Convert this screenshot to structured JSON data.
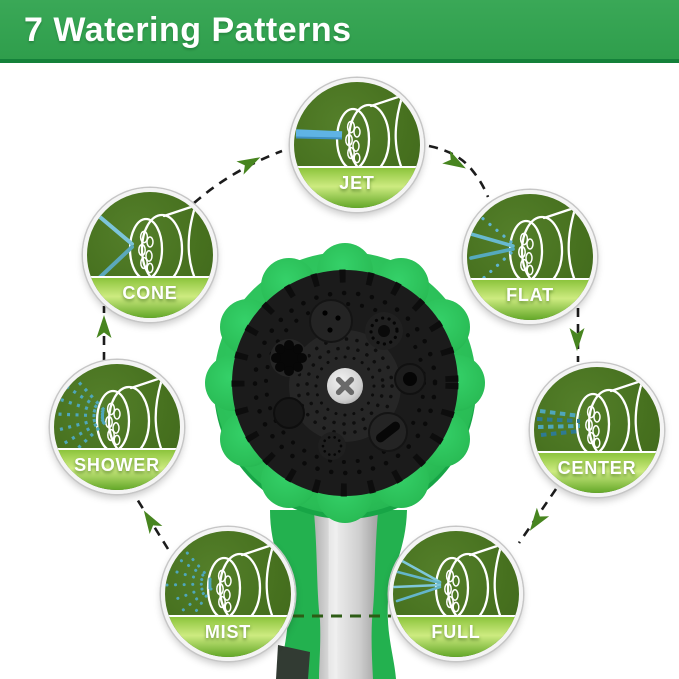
{
  "header": {
    "title": "7 Watering Patterns"
  },
  "product": {
    "name": "garden hose spray nozzle",
    "center_view": "nozzle dial head front view with rotating pattern ring and trigger handle"
  },
  "patterns": [
    {
      "id": "jet",
      "label": "JET",
      "spray": "single solid straight stream"
    },
    {
      "id": "flat",
      "label": "FLAT",
      "spray": "two converging streams with dotted fan edges"
    },
    {
      "id": "center",
      "label": "CENTER",
      "spray": "straight band of dashed streams"
    },
    {
      "id": "full",
      "label": "FULL",
      "spray": "narrow fan of thin streams"
    },
    {
      "id": "mist",
      "label": "MIST",
      "spray": "wide fan of fine round droplets"
    },
    {
      "id": "shower",
      "label": "SHOWER",
      "spray": "wide fan of square droplets"
    },
    {
      "id": "cone",
      "label": "CONE",
      "spray": "two diverging hollow-cone streams"
    }
  ],
  "flow_order": [
    "CONE",
    "JET",
    "FLAT",
    "CENTER",
    "FULL",
    "MIST",
    "SHOWER"
  ],
  "colors": {
    "header_green": "#35a354",
    "header_border": "#14813a",
    "circle_green": "#47711f",
    "band_light": "#cdeb80",
    "band_dark": "#4f9a17",
    "ring_green": "#2abd56",
    "spray_blue": "#5fb3e4",
    "spray_teal": "#55a9bd",
    "arrow_head_green": "#47851f",
    "dial_black": "#1b1b1b",
    "handle_silver": "#d0d0d0"
  }
}
